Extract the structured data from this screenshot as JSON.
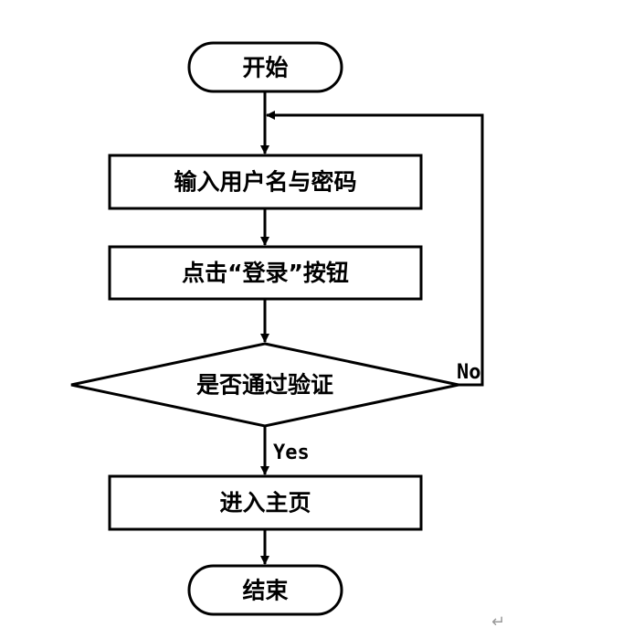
{
  "flowchart": {
    "start": "开始",
    "step_input": "输入用户名与密码",
    "step_click": "点击“登录”按钮",
    "decision": "是否通过验证",
    "step_home": "进入主页",
    "end": "结束",
    "label_yes": "Yes",
    "label_no": "No"
  },
  "paragraph_mark": "↵",
  "colors": {
    "stroke": "#000000",
    "background": "#ffffff",
    "paragraph_mark": "#9a9a9a"
  }
}
